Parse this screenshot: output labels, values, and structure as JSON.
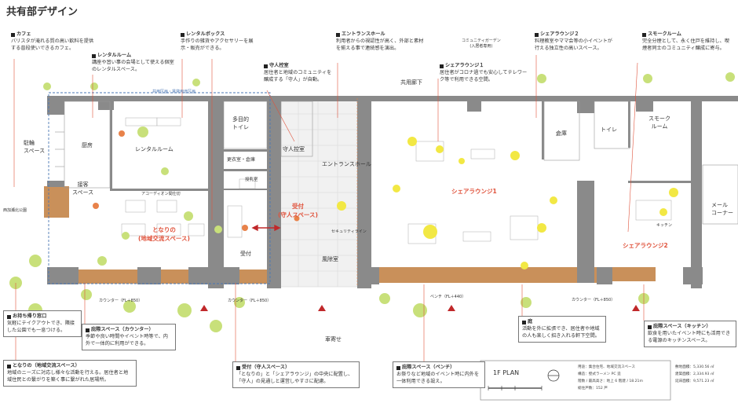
{
  "page_title": "共有部デザイン",
  "annotations": {
    "cafe": {
      "title": "カフェ",
      "desc": "バリスタが淹れる質の高い飲料を提供する普段使いできるカフェ。"
    },
    "rental_room": {
      "title": "レンタルルーム",
      "desc": "講座や習い事の会場として使える個室のレンタルスペース。"
    },
    "rental_box": {
      "title": "レンタルボックス",
      "desc": "手作りの雑貨やアクセサリーを展示・販売ができる。"
    },
    "guard_room": {
      "title": "守人控室",
      "desc": "居住者と地域のコミュニティを醸成する「守人」が自動。"
    },
    "entrance_hall": {
      "title": "エントランスホール",
      "desc": "利用者からの視認性が高く、外部と素材を揃える事で連続感を演出。"
    },
    "share_lounge1": {
      "title": "シェアラウンジ１",
      "desc": "居住者がコロナ過でも安心してテレワーク等で利用できる空間。"
    },
    "share_lounge2": {
      "title": "シェアラウンジ２",
      "desc": "料理教室やママ会等の小イベントが行える独立性の高いスペース。"
    },
    "smoke_room": {
      "title": "スモークルーム",
      "desc": "完全分煙として、永く住戸を維持し、喫煙者同士のコミュニティ醸成に寄与。"
    },
    "takeout_window": {
      "title": "お持ち帰り窓口",
      "desc": "気軽にテイクアウトでき、隣接した公園でも一息つける。"
    },
    "eaves_counter": {
      "title": "庇際スペース（カウンター）",
      "desc": "季節や良い時間やイベント時等で、内外で一体的に利用ができる。"
    },
    "tonari": {
      "title": "となりの（地域交流スペース）",
      "desc": "地域のニーズに対応し様々な活動を行える。居住者と地域住民との繋がりを築く事に繋がれた居場所。"
    },
    "reception": {
      "title": "受付（守人スペース）",
      "desc": "「となりの」と「シェアラウンジ」の中央に配置し、「守人」の見通しと運営しやすさに配慮。"
    },
    "eaves_bench": {
      "title": "庇際スペース（ベンチ）",
      "desc": "お祭りなど地域のイベント時に内外を一体利用できる設え。"
    },
    "garden": {
      "title": "庭",
      "desc": "活動を外に拡張でき、居住者や地域の人も楽しく招き入れる軒下空間。"
    },
    "eaves_kitchen": {
      "title": "庇際スペース（キッチン）",
      "desc": "飲食を用いたイベント時にも活用できる電源のキッチンスペース。"
    }
  },
  "plan_labels": {
    "bicycle": "駐輪\nスペース",
    "kitchen": "厨房",
    "reception_space": "接客\nスペース",
    "rental_room": "レンタルルーム",
    "tonari_red": "となりの\n(地域交流スペース)",
    "multi_toilet": "多目的\nトイレ",
    "changing": "更衣室・倉庫",
    "prep": "授乳室",
    "uketsuke": "受付",
    "guard_waiting": "守人控室",
    "uketsuke_red": "受付\n(守人スペース)",
    "entrance": "エントランスホール",
    "wind_room": "風除室",
    "share1_red": "シェアラウンジ1",
    "storage": "倉庫",
    "toilet": "トイレ",
    "smoke": "スモーク\nルーム",
    "mail": "メール\nコーナー",
    "share2_red": "シェアラウンジ2",
    "kitchen2": "キッチン",
    "corridor": "共用廊下",
    "garden_top": "コミュニティガーデン\n(入居者専用)",
    "counter1": "カウンター（FL＋850）",
    "counter2": "カウンター（FL＋850）",
    "bench": "ベンチ（FL＋440）",
    "counter3": "カウンター（FL＋850）",
    "carriage": "車寄せ",
    "park": "西加瀬北公園",
    "security": "セキュリティライン",
    "shared_area": "共用区画・賃貸用途区画",
    "partition": "アコーディオン間仕切"
  },
  "legend": {
    "label": "1F PLAN"
  },
  "building_info": [
    {
      "k": "用途：",
      "v": "集合住宅、地域交流スペース",
      "k2": "敷地面積：",
      "v2": "5,330.56 ㎡"
    },
    {
      "k": "構造：",
      "v": "壁式ラーメン PC 造",
      "k2": "建築面積：",
      "v2": "2,334.93 ㎡"
    },
    {
      "k": "階数 / 最高高さ：",
      "v": "地上 6 階建 / 18.21m",
      "k2": "延床面積：",
      "v2": "9,571.23 ㎡"
    },
    {
      "k": "総住戸数：",
      "v": "152 戸",
      "k2": "",
      "v2": ""
    }
  ],
  "colors": {
    "accent": "#e0533c",
    "wall": "#8a8a8a",
    "wood": "#c9905a",
    "tree": "#c8e07a",
    "yellow": "#f2e844"
  }
}
